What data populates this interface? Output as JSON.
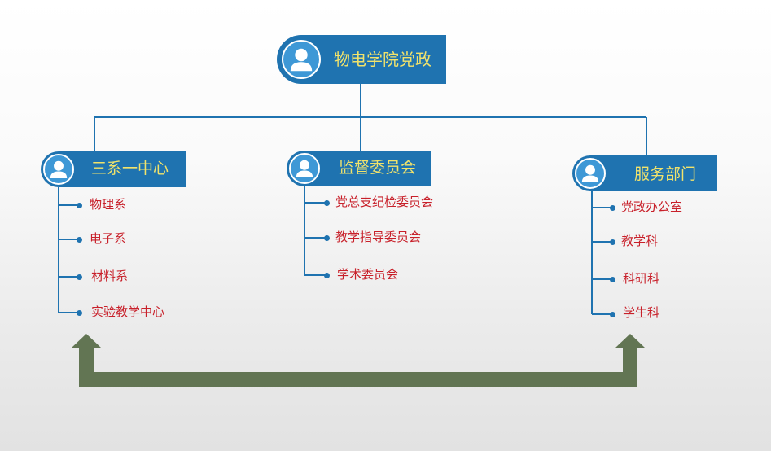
{
  "root": {
    "title": "物电学院党政",
    "icon": "person-icon"
  },
  "branches": [
    {
      "title": "三系一中心",
      "icon": "person-icon",
      "items": [
        "物理系",
        "电子系",
        "材料系",
        "实验教学中心"
      ]
    },
    {
      "title": "监督委员会",
      "icon": "person-icon",
      "items": [
        "党总支纪检委员会",
        "教学指导委员会",
        "学术委员会"
      ]
    },
    {
      "title": "服务部门",
      "icon": "person-icon",
      "items": [
        "党政办公室",
        "教学科",
        "科研科",
        "学生科"
      ]
    }
  ],
  "colors": {
    "node_fill": "#1f73b0",
    "node_title": "#f2e36b",
    "item_text": "#c8202a",
    "connector": "#1f73b0",
    "arrow": "#627553"
  }
}
